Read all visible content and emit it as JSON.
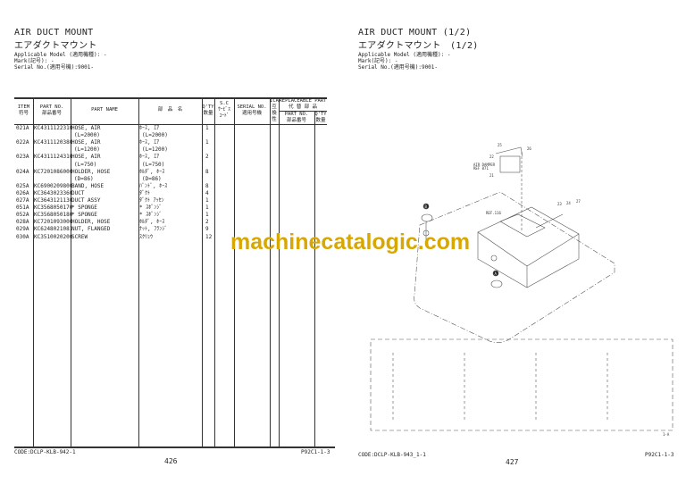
{
  "left_page": {
    "title_en": "AIR DUCT MOUNT",
    "title_jp": "エアダクトマウント",
    "applicable_model": "Applicable Model (適用機種): -",
    "mark": "Mark(記号): -",
    "serial": "Serial No.(適用号機):9001-",
    "headers": {
      "item": "ITEM",
      "item_jp": "符号",
      "part_no": "PART NO.",
      "part_no_jp": "部品番号",
      "part_name": "PART NAME",
      "name_jp": "部　品　名",
      "qty": "Q'TY",
      "qty_jp": "数量",
      "sc": "S.C",
      "sc_jp1": "ｻｰﾋﾞｽ",
      "sc_jp2": "ｺｰﾄﾞ",
      "serial": "SERIAL NO.",
      "serial_jp": "適用号機",
      "ica": "ICA",
      "ica_jp1": "互",
      "ica_jp2": "換",
      "ica_jp3": "性",
      "repl": "REPLACEABLE PART",
      "repl_jp": "代 替 部 品",
      "repl_part": "PART NO.",
      "repl_part_jp": "部品番号",
      "repl_qty": "Q'TY",
      "repl_qty_jp": "数量"
    },
    "rows": [
      {
        "item": "021A",
        "part_no": "KC4311122310",
        "name": "HOSE, AIR",
        "name_jp": "ﾎｰｽ, ｴｱ",
        "qty": "1",
        "sub": "(L=2000)"
      },
      {
        "item": "022A",
        "part_no": "KC4311120380",
        "name": "HOSE, AIR",
        "name_jp": "ﾎｰｽ, ｴｱ",
        "qty": "1",
        "sub": "(L=1200)"
      },
      {
        "item": "023A",
        "part_no": "KC4311124310",
        "name": "HOSE, AIR",
        "name_jp": "ﾎｰｽ, ｴｱ",
        "qty": "2",
        "sub": "(L=750)"
      },
      {
        "item": "024A",
        "part_no": "KC7201086000",
        "name": "HOLDER, HOSE",
        "name_jp": "ﾎﾙﾀﾞ, ﾎｰｽ",
        "qty": "8",
        "sub": "(D=86)"
      },
      {
        "item": "025A",
        "part_no": "KC6900209800",
        "name": "BAND, HOSE",
        "name_jp": "ﾊﾞﾝﾄﾞ, ﾎｰｽ",
        "qty": "8",
        "sub": ""
      },
      {
        "item": "026A",
        "part_no": "KC3643023360",
        "name": "DUCT",
        "name_jp": "ﾀﾞｸﾄ",
        "qty": "4",
        "sub": ""
      },
      {
        "item": "027A",
        "part_no": "KC3643121130",
        "name": "DUCT ASSY",
        "name_jp": "ﾀﾞｸﾄ ｱｯｾﾝ",
        "qty": "1",
        "sub": ""
      },
      {
        "item": "051A",
        "part_no": "KC3568050170",
        "name": "* SPONGE",
        "name_jp": "* ｽﾎﾟﾝｼﾞ",
        "qty": "1",
        "sub": ""
      },
      {
        "item": "052A",
        "part_no": "KC3568050180",
        "name": "* SPONGE",
        "name_jp": "* ｽﾎﾟﾝｼﾞ",
        "qty": "1",
        "sub": ""
      },
      {
        "item": "028A",
        "part_no": "KC7201093000",
        "name": "HOLDER, HOSE",
        "name_jp": "ﾎﾙﾀﾞ, ﾎｰｽ",
        "qty": "2",
        "sub": ""
      },
      {
        "item": "029A",
        "part_no": "KC6248021081",
        "name": "NUT, FLANGED",
        "name_jp": "ﾅｯﾄ, ﾌﾗﾝｼﾞ",
        "qty": "9",
        "sub": ""
      },
      {
        "item": "030A",
        "part_no": "KC3510020200",
        "name": "SCREW",
        "name_jp": "ｽｸﾘｭｳ",
        "qty": "12",
        "sub": ""
      }
    ],
    "code": "CODE:DCLP-KLB-942-1",
    "ref": "P92C1-1-3",
    "page": "426"
  },
  "right_page": {
    "title_en": "AIR DUCT MOUNT  (1/2)",
    "title_jp": "エアダクトマウント　(1/2)",
    "applicable_model": "Applicable Model (適用機種): -",
    "mark": "Mark(記号): -",
    "serial": "Serial No.(適用号機):9001-",
    "labels": {
      "l25": "25",
      "l26": "26",
      "l22": "22",
      "air_damper": "AIR DAMPER",
      "ref": "REF 071",
      "l21": "21",
      "ref116": "REF.116",
      "l23": "23",
      "l24": "24",
      "l27": "27",
      "b": "B",
      "a": "A",
      "corner": "1-A"
    },
    "code": "CODE:DCLP-KLB-943_1-1",
    "ref": "P92C1-1-3",
    "page": "427"
  },
  "watermark": "machinecatalogic.com",
  "colors": {
    "watermark": "#d9a800",
    "ink": "#222222"
  }
}
